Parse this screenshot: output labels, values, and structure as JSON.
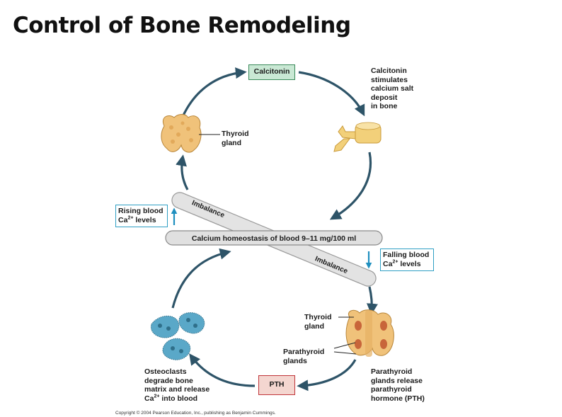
{
  "title": "Control of Bone Remodeling",
  "hormones": {
    "calcitonin": "Calcitonin",
    "pth": "PTH"
  },
  "labels": {
    "calcitonin_effect": [
      "Calcitonin",
      "stimulates",
      "calcium salt",
      "deposit",
      "in bone"
    ],
    "thyroid_top": [
      "Thyroid",
      "gland"
    ],
    "thyroid_bottom": [
      "Thyroid",
      "gland"
    ],
    "parathyroid": [
      "Parathyroid",
      "glands"
    ],
    "parathyroid_release": [
      "Parathyroid",
      "glands release",
      "parathyroid",
      "hormone (PTH)"
    ],
    "osteoclasts_line1": "Osteoclasts",
    "osteoclasts_line2": "degrade bone",
    "osteoclasts_line3": "matrix and release",
    "osteoclasts_ca": "Ca",
    "osteoclasts_charge": "2+",
    "osteoclasts_tail": " into blood"
  },
  "levels": {
    "rising_line1": "Rising blood",
    "rising_ca": "Ca",
    "rising_charge": "2+",
    "rising_tail": " levels",
    "falling_line1": "Falling blood",
    "falling_ca": "Ca",
    "falling_charge": "2+",
    "falling_tail": " levels"
  },
  "homeostasis": "Calcium homeostasis of blood 9–11 mg/100 ml",
  "imbalance_upper": "Imbalance",
  "imbalance_lower": "Imbalance",
  "copyright": "Copyright © 2004 Pearson Education, Inc., publishing as Benjamin Cummings.",
  "colors": {
    "arrow": "#2e5468",
    "calcitonin_box": "#c9e8d4",
    "pth_box": "#f4d6d0",
    "pth_border": "#c0353a",
    "level_border": "#2f9fc4",
    "level_arrow": "#1f8fbf",
    "thyroid": "#f0c27a",
    "bone": "#f2d07a",
    "cell": "#5aa8c8",
    "bar": "#e3e3e3"
  }
}
